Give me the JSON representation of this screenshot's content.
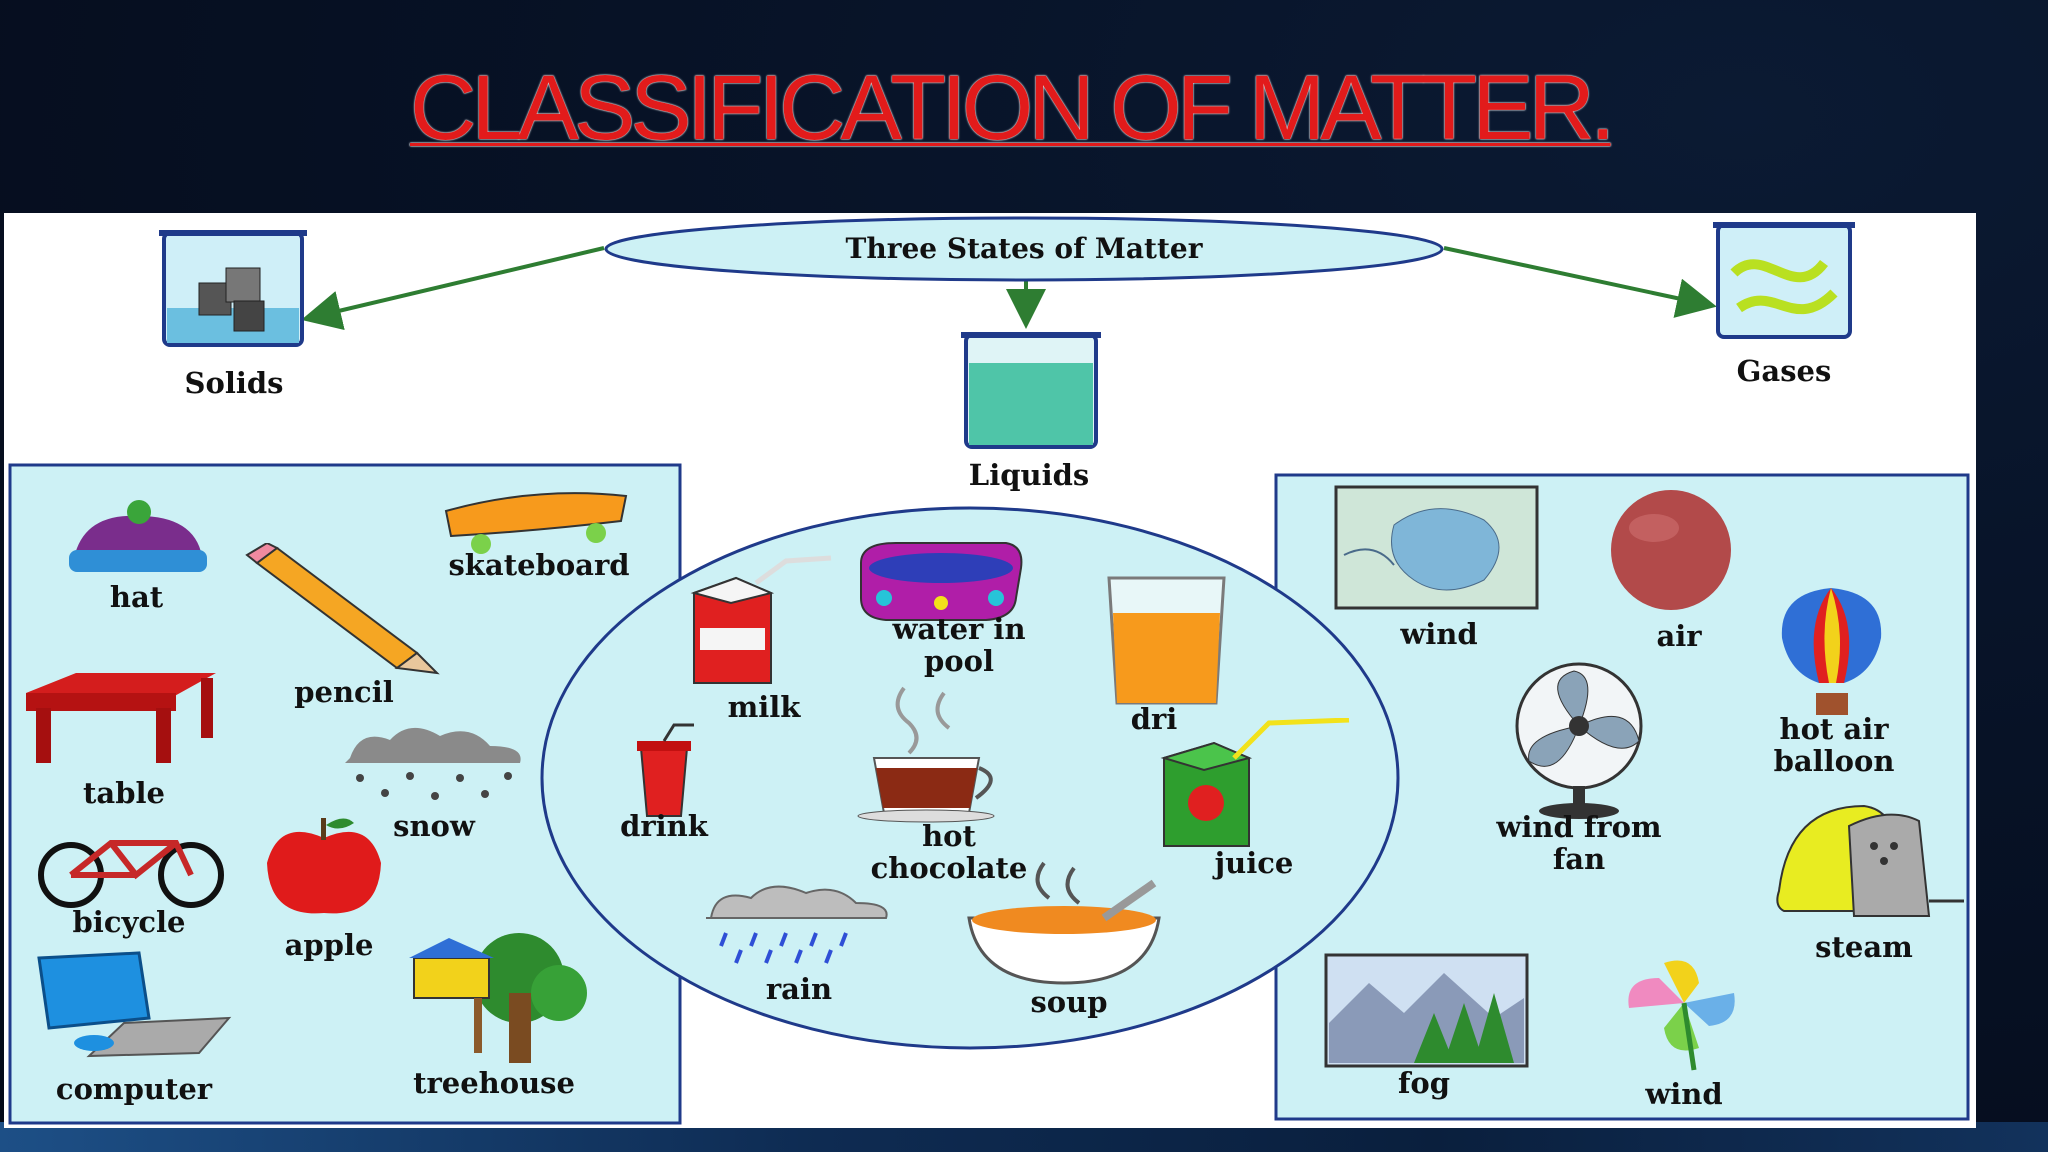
{
  "title": "CLASSIFICATION OF MATTER.",
  "diagram": {
    "root": "Three States of Matter",
    "states": {
      "solids": "Solids",
      "liquids": "Liquids",
      "gases": "Gases"
    },
    "solids_items": {
      "hat": "hat",
      "skateboard": "skateboard",
      "pencil": "pencil",
      "table": "table",
      "snow": "snow",
      "bicycle": "bicycle",
      "apple": "apple",
      "computer": "computer",
      "treehouse": "treehouse"
    },
    "liquids_items": {
      "milk": "milk",
      "water_in_pool": "water in pool",
      "drink_cut": "dri",
      "drink": "drink",
      "hot_chocolate": "hot chocolate",
      "juice": "juice",
      "rain": "rain",
      "soup": "soup"
    },
    "gases_items": {
      "wind_map": "wind",
      "air": "air",
      "hot_air_balloon": "hot air balloon",
      "wind_from_fan": "wind from fan",
      "steam": "steam",
      "fog": "fog",
      "wind_pinwheel": "wind"
    }
  },
  "colors": {
    "title": "#e21b1b",
    "panel_bg": "#cdf1f5",
    "panel_border": "#1f3a8a",
    "arrow": "#2e7d32"
  }
}
